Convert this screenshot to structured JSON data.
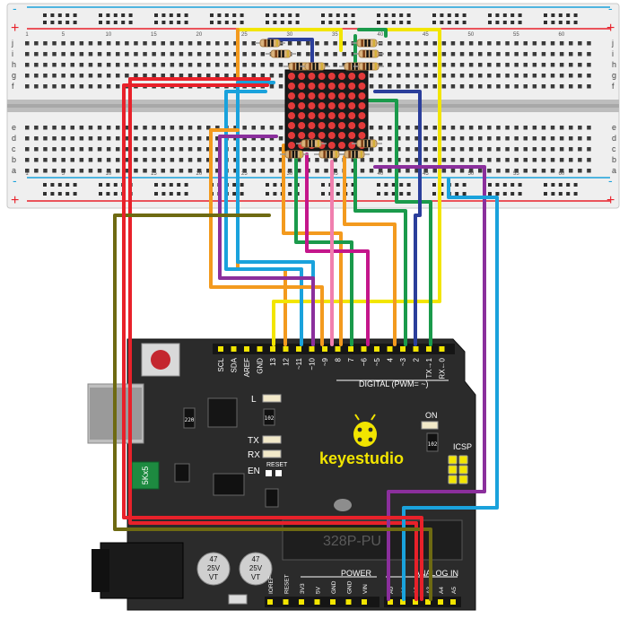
{
  "breadboard": {
    "row_letters_top": [
      "j",
      "i",
      "h",
      "g",
      "f"
    ],
    "row_letters_bottom": [
      "e",
      "d",
      "c",
      "b",
      "a"
    ],
    "column_numbers": [
      "1",
      "5",
      "10",
      "15",
      "20",
      "25",
      "30",
      "35",
      "40",
      "45",
      "50",
      "55",
      "60"
    ],
    "rail_plus": "+",
    "rail_minus": "-"
  },
  "board": {
    "brand": "keyestudio",
    "digital_label": "DIGITAL (PWM= ~)",
    "digital_pins": [
      "SCL",
      "SDA",
      "AREF",
      "GND",
      "13",
      "12",
      "~11",
      "~10",
      "~9",
      "8",
      "7",
      "~6",
      "~5",
      "4",
      "~3",
      "2",
      "TX→1",
      "RX←0"
    ],
    "led_l": "L",
    "led_tx": "TX",
    "led_rx": "RX",
    "led_on": "ON",
    "reset": "RESET",
    "en": "EN",
    "icsp": "ICSP",
    "chip": "328P-PU",
    "power_label": "POWER",
    "analog_label": "ANALOG IN",
    "power_pins": [
      "IOREF",
      "RESET",
      "3V3",
      "5V",
      "GND",
      "GND",
      "VIN"
    ],
    "analog_pins": [
      "A0",
      "A1",
      "A2",
      "A3",
      "A4",
      "A5"
    ],
    "cap1": "47\n25V\nVT",
    "cap2": "47\n25V\nVT",
    "fuse": "5Kx5",
    "res_label_1": "102",
    "res_label_2": "102",
    "res_label_3": "220"
  },
  "colors": {
    "red": "#e8212a",
    "blue": "#2b3e9b",
    "yellow": "#f2e500",
    "orange": "#f39a1e",
    "purple": "#8b2f9c",
    "green": "#1a9a4b",
    "cyan": "#1aa2dc",
    "magenta": "#c4168b",
    "pink": "#f07fae",
    "olive": "#6e6a12",
    "board": "#2a2a2a",
    "breadboard": "#ececec"
  }
}
